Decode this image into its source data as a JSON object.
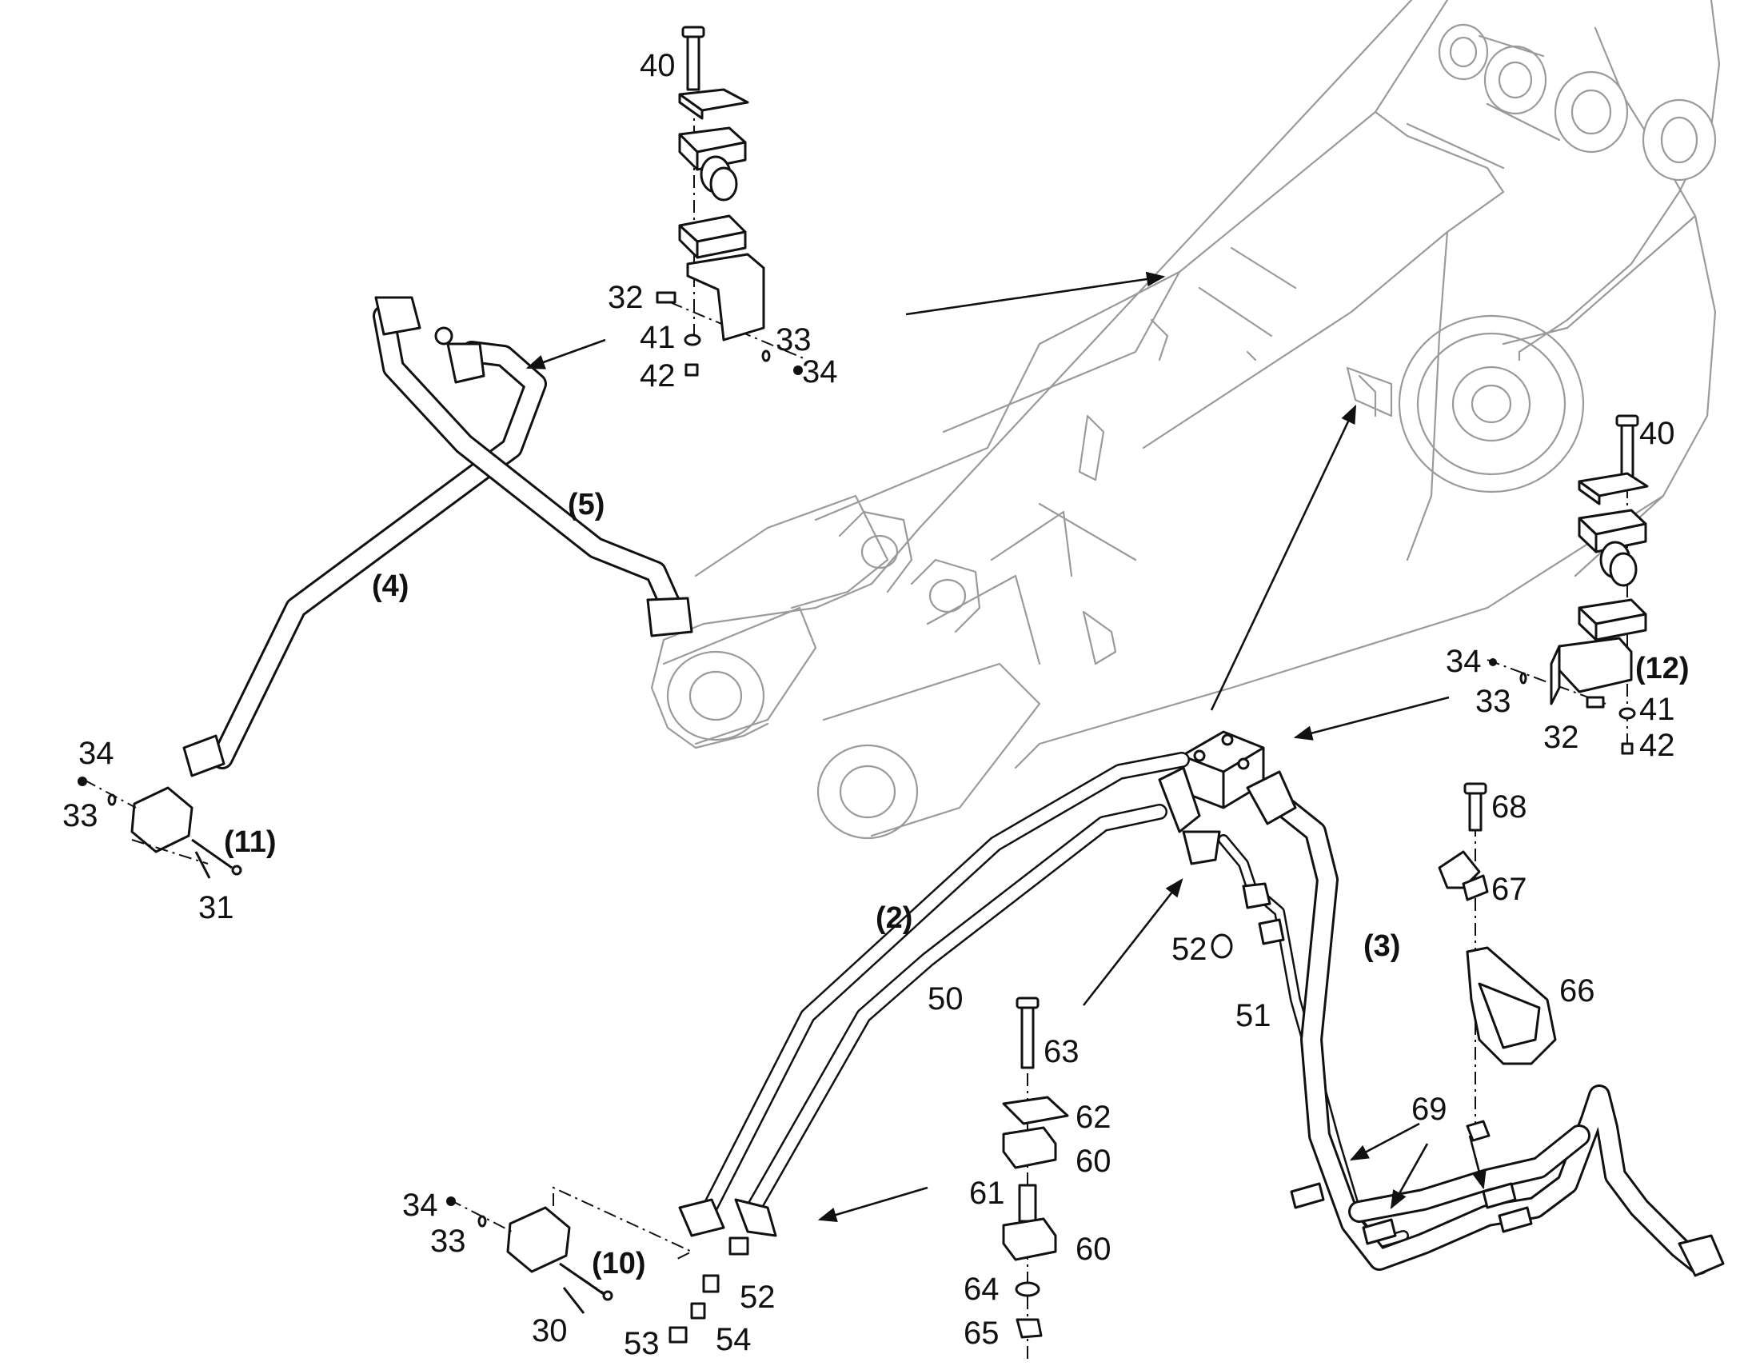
{
  "callouts": {
    "c40a": "40",
    "c32a": "32",
    "c41a": "41",
    "c42a": "42",
    "c33a": "33",
    "c34a": "34",
    "c40b": "40",
    "c34b": "34",
    "c33b": "33",
    "c32b": "32",
    "c41b": "41",
    "c42b": "42",
    "c34c": "34",
    "c33c": "33",
    "c31": "31",
    "c34d": "34",
    "c33d": "33",
    "c30": "30",
    "c68": "68",
    "c67": "67",
    "c66": "66",
    "c69": "69",
    "c63": "63",
    "c62": "62",
    "c60a": "60",
    "c61": "61",
    "c60b": "60",
    "c64": "64",
    "c65": "65",
    "c52a": "52",
    "c52b": "52",
    "c53": "53",
    "c54": "54",
    "c50": "50",
    "c51": "51"
  },
  "assemblies": {
    "a2": "(2)",
    "a3": "(3)",
    "a4": "(4)",
    "a5": "(5)",
    "a10": "(10)",
    "a11": "(11)",
    "a12": "(12)"
  }
}
